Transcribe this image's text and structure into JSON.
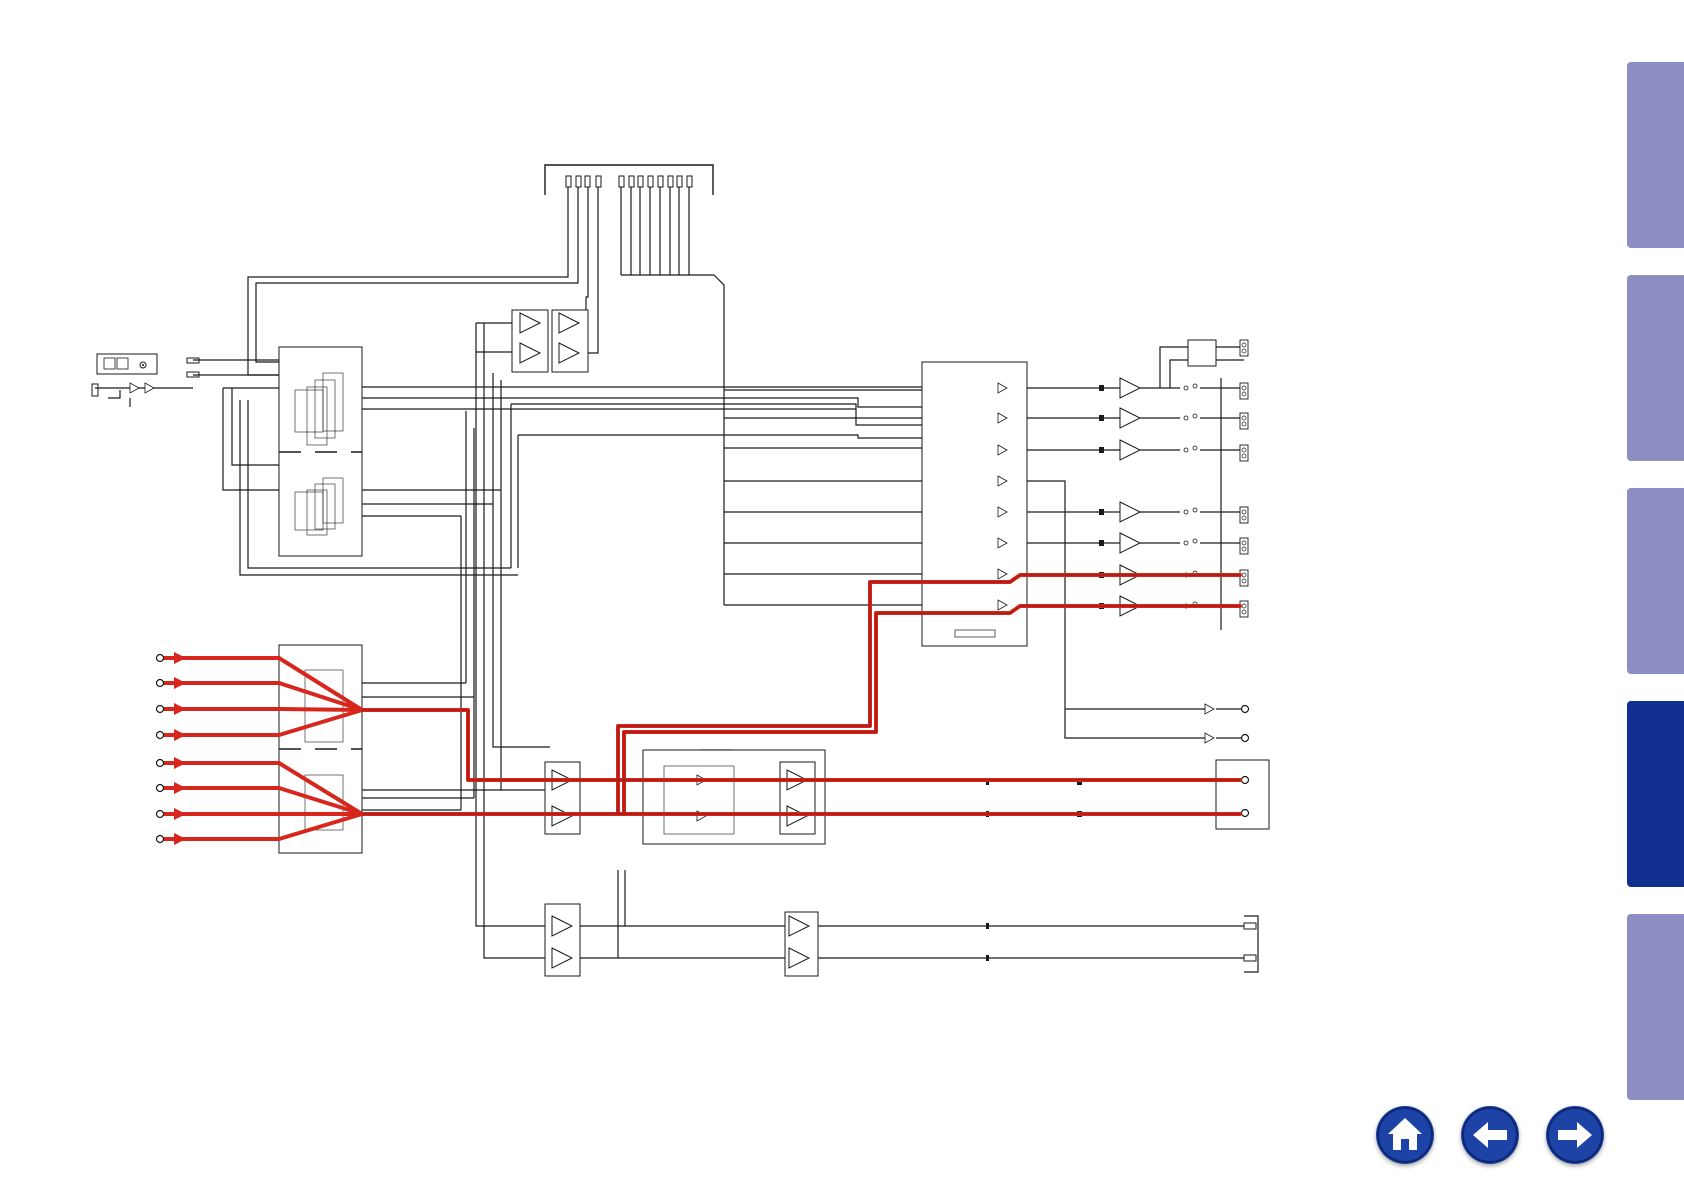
{
  "colors": {
    "wire": "#1a1a1a",
    "signal_path": "#d7261c",
    "signal_path_core": "#8a1a12",
    "tab_inactive": "#8e8dc4",
    "tab_active": "#102f8e",
    "nav_button": "#1d43a6",
    "nav_button_edge": "#0e2770"
  },
  "side_tabs": [
    {
      "id": "tab-1",
      "active": false
    },
    {
      "id": "tab-2",
      "active": false
    },
    {
      "id": "tab-3",
      "active": false
    },
    {
      "id": "tab-4",
      "active": true
    },
    {
      "id": "tab-5",
      "active": false
    }
  ],
  "nav_buttons": [
    {
      "id": "home",
      "icon": "home-icon"
    },
    {
      "id": "back",
      "icon": "arrow-left-icon"
    },
    {
      "id": "forward",
      "icon": "arrow-right-icon"
    }
  ]
}
